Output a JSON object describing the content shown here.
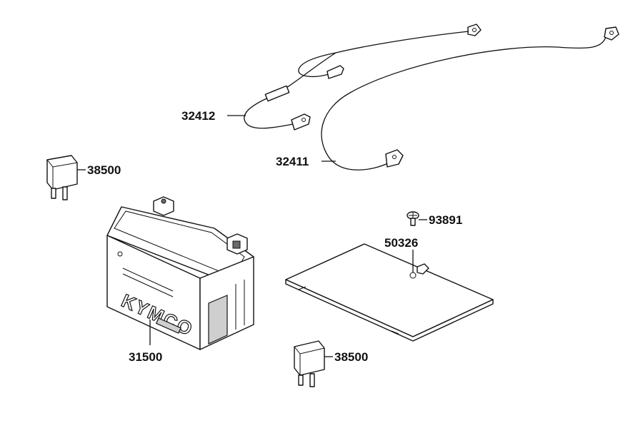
{
  "callouts": {
    "cable_negative": "32412",
    "cable_positive": "32411",
    "relay_top": "38500",
    "relay_bottom": "38500",
    "battery": "31500",
    "screw": "93891",
    "cover": "50326"
  },
  "battery_brand": "KYMCO",
  "colors": {
    "line": "#111111",
    "fill": "#ffffff",
    "shade": "#cfcfcf"
  }
}
